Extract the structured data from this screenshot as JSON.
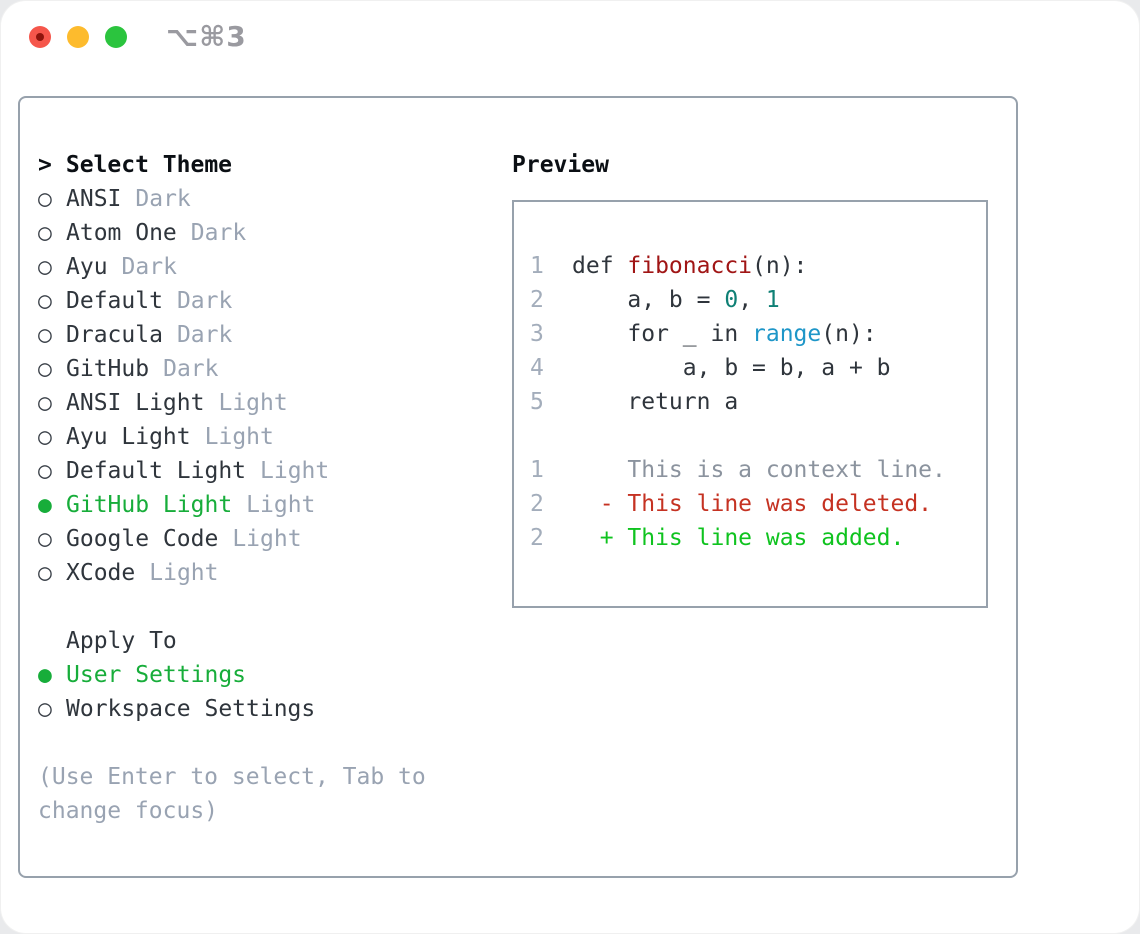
{
  "window": {
    "title": "⌥⌘3",
    "traffic_lights": [
      "close",
      "minimize",
      "zoom"
    ]
  },
  "colors": {
    "selection_green": "#17ad3a",
    "added_green": "#0fc31f",
    "deleted_red": "#c53222",
    "function_red": "#a01515",
    "number_teal": "#0f8075",
    "builtin_blue": "#1e96c8",
    "muted_gray": "#99a3b2",
    "ink": "#2f353c",
    "border_gray": "#97a1ac",
    "traffic_red": "#f5564b",
    "traffic_yellow": "#fdbb2d",
    "traffic_green": "#2bc43e"
  },
  "theme_picker": {
    "prompt": ">",
    "header": "Select Theme",
    "marker_selected": "●",
    "marker_unselected": "○",
    "items": [
      {
        "marker": "○",
        "name": "ANSI",
        "variant": "Dark",
        "selected": false
      },
      {
        "marker": "○",
        "name": "Atom One",
        "variant": "Dark",
        "selected": false
      },
      {
        "marker": "○",
        "name": "Ayu",
        "variant": "Dark",
        "selected": false
      },
      {
        "marker": "○",
        "name": "Default",
        "variant": "Dark",
        "selected": false
      },
      {
        "marker": "○",
        "name": "Dracula",
        "variant": "Dark",
        "selected": false
      },
      {
        "marker": "○",
        "name": "GitHub",
        "variant": "Dark",
        "selected": false
      },
      {
        "marker": "○",
        "name": "ANSI Light",
        "variant": "Light",
        "selected": false
      },
      {
        "marker": "○",
        "name": "Ayu Light",
        "variant": "Light",
        "selected": false
      },
      {
        "marker": "○",
        "name": "Default Light",
        "variant": "Light",
        "selected": false
      },
      {
        "marker": "●",
        "name": "GitHub Light",
        "variant": "Light",
        "selected": true
      },
      {
        "marker": "○",
        "name": "Google Code",
        "variant": "Light",
        "selected": false
      },
      {
        "marker": "○",
        "name": "XCode",
        "variant": "Light",
        "selected": false
      }
    ],
    "apply_to": {
      "header": "Apply To",
      "options": [
        {
          "marker": "●",
          "label": "User Settings",
          "selected": true
        },
        {
          "marker": "○",
          "label": "Workspace Settings",
          "selected": false
        }
      ]
    },
    "hint_lines": [
      "(Use Enter to select, Tab to",
      "change focus)"
    ]
  },
  "preview": {
    "header": "Preview",
    "code_lines": [
      {
        "num": "1",
        "seg0": "def ",
        "seg1": "fibonacci",
        "seg2": "(n):"
      },
      {
        "num": "2",
        "seg0": "    a, b = ",
        "seg1": "0",
        "seg2": ", ",
        "seg3": "1"
      },
      {
        "num": "3",
        "seg0": "    for _ in ",
        "seg1": "range",
        "seg2": "(n):"
      },
      {
        "num": "4",
        "seg0": "        a, b = b, a + b"
      },
      {
        "num": "5",
        "seg0": "    return a"
      }
    ],
    "diff_lines": [
      {
        "num": "1",
        "text": "    This is a context line.",
        "kind": "context"
      },
      {
        "num": "2",
        "text": "  - This line was deleted.",
        "kind": "deleted"
      },
      {
        "num": "2",
        "text": "  + This line was added.",
        "kind": "added"
      }
    ]
  }
}
